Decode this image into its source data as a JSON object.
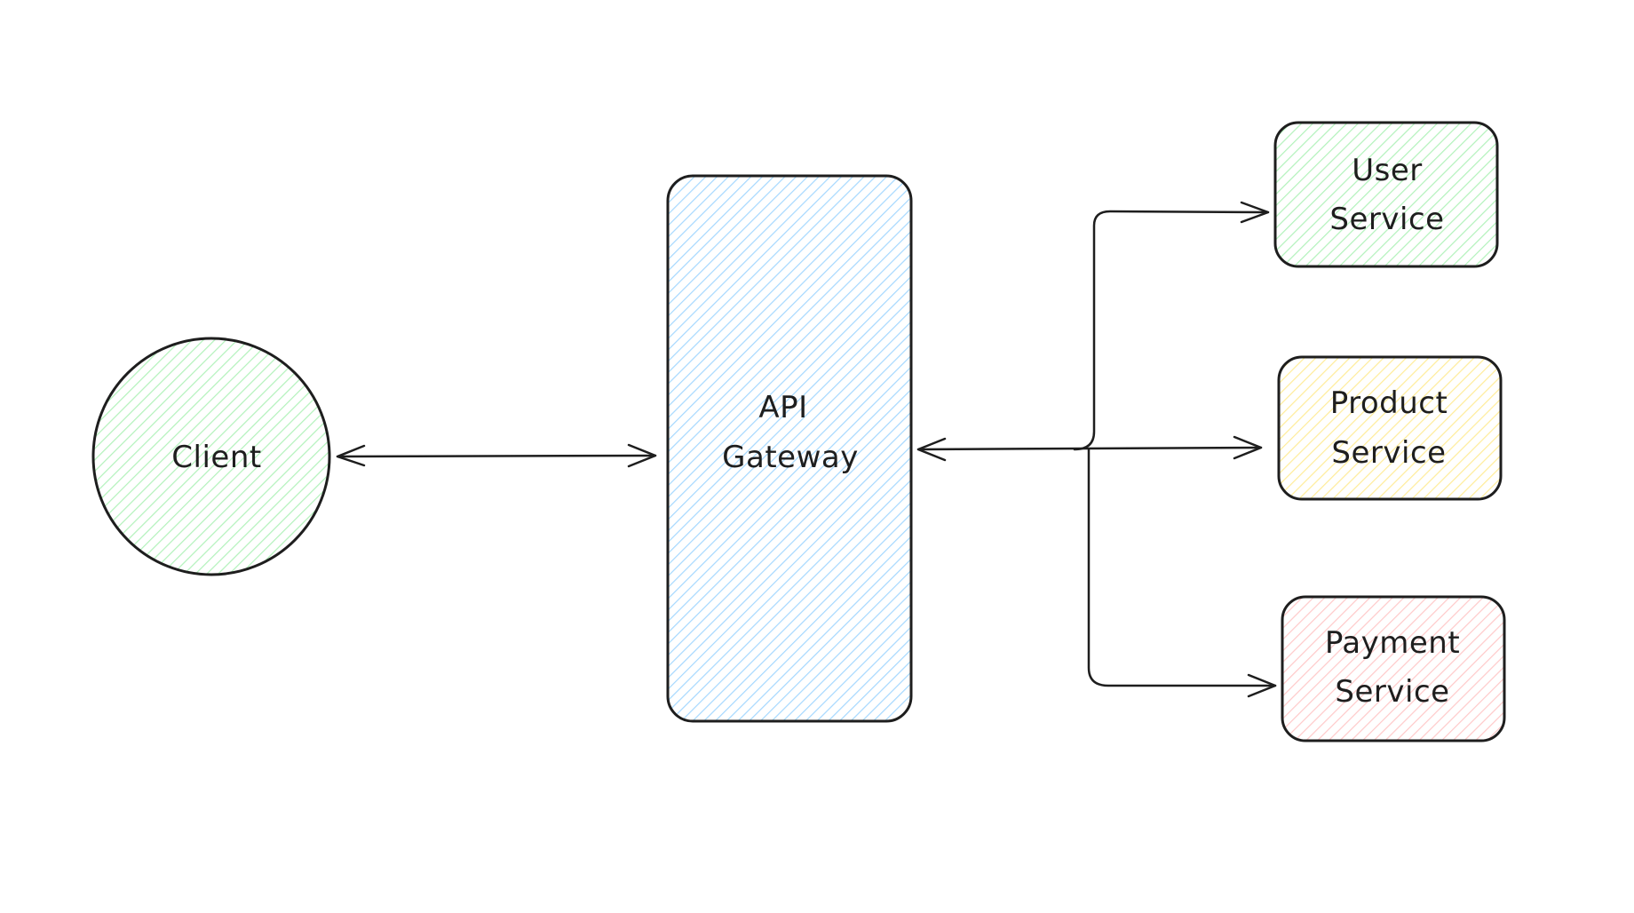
{
  "diagram": {
    "nodes": {
      "client": {
        "label": "Client",
        "fill": "#b2f2bb"
      },
      "gateway": {
        "label_line1": "API",
        "label_line2": "Gateway",
        "fill": "#a5d8ff"
      },
      "user_service": {
        "label_line1": "User",
        "label_line2": "Service",
        "fill": "#b2f2bb"
      },
      "product_service": {
        "label_line1": "Product",
        "label_line2": "Service",
        "fill": "#ffec99"
      },
      "payment_service": {
        "label_line1": "Payment",
        "label_line2": "Service",
        "fill": "#ffc9c9"
      }
    },
    "stroke_color": "#1e1e1e"
  }
}
